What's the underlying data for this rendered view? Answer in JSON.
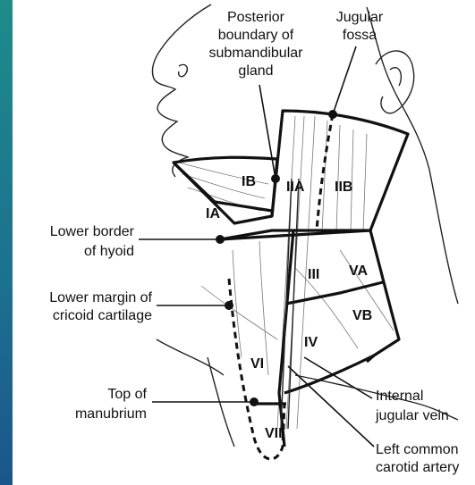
{
  "labels": {
    "posterior_boundary": [
      "Posterior",
      "boundary of",
      "submandibular",
      "gland"
    ],
    "jugular_fossa": [
      "Jugular",
      "fossa"
    ],
    "lower_border_hyoid": [
      "Lower border",
      "of hyoid"
    ],
    "lower_margin_cricoid": [
      "Lower margin of",
      "cricoid cartilage"
    ],
    "top_manubrium": [
      "Top of",
      "manubrium"
    ],
    "internal_jugular": [
      "Internal",
      "jugular vein"
    ],
    "left_common_carotid": [
      "Left common",
      "carotid artery"
    ]
  },
  "levels": {
    "IA": "IA",
    "IB": "IB",
    "IIA": "IIA",
    "IIB": "IIB",
    "III": "III",
    "IV": "IV",
    "VA": "VA",
    "VB": "VB",
    "VI": "VI",
    "VII": "VII"
  }
}
